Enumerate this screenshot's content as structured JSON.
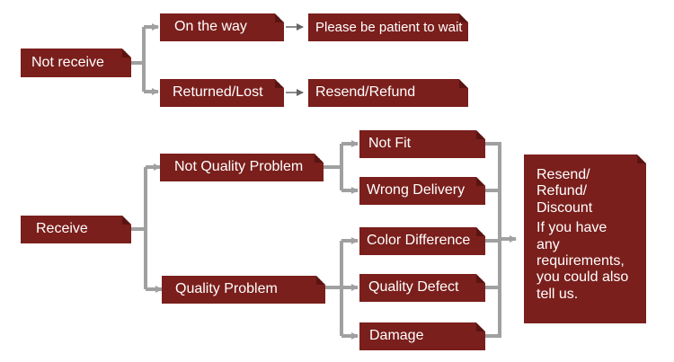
{
  "colors": {
    "box": "#7a1f1c",
    "connector": "#a0a0a0"
  },
  "top": {
    "root": "Not receive",
    "branches": [
      {
        "label": "On the way",
        "result": "Please be patient to wait"
      },
      {
        "label": "Returned/Lost",
        "result": "Resend/Refund"
      }
    ]
  },
  "bottom": {
    "root": "Receive",
    "not_quality": {
      "label": "Not Quality Problem",
      "children": [
        "Not Fit",
        "Wrong Delivery"
      ]
    },
    "quality": {
      "label": "Quality Problem",
      "children": [
        "Color Difference",
        "Quality Defect",
        "Damage"
      ]
    },
    "outcome": {
      "line1": "Resend/",
      "line2": "Refund/",
      "line3": "Discount",
      "note": "If you have any requirements, you could also tell us."
    }
  }
}
